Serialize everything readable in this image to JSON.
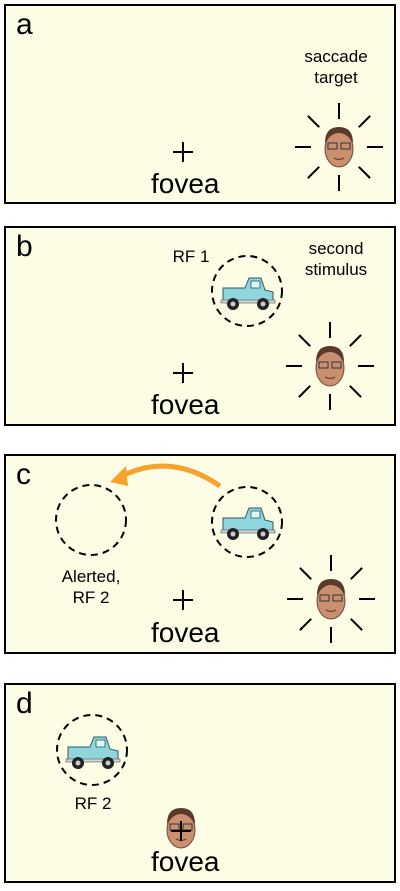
{
  "panels": [
    {
      "letter": "a",
      "fovea_label": "fovea",
      "labels": {
        "target_line1": "saccade",
        "target_line2": "target"
      }
    },
    {
      "letter": "b",
      "fovea_label": "fovea",
      "labels": {
        "rf1": "RF 1",
        "stim_line1": "second",
        "stim_line2": "stimulus"
      }
    },
    {
      "letter": "c",
      "fovea_label": "fovea",
      "labels": {
        "alert_line1": "Alerted,",
        "alert_line2": "RF 2"
      }
    },
    {
      "letter": "d",
      "fovea_label": "fovea",
      "labels": {
        "rf2": "RF 2"
      }
    }
  ],
  "colors": {
    "panel_bg": "#fcfde4",
    "arrow": "#f5a32a",
    "truck": "#8fd6dc",
    "face_skin": "#c98f6e"
  },
  "icons": {
    "target": "face-icon",
    "stimulus": "pickup-truck-icon",
    "fixation": "fixation-cross-icon"
  }
}
